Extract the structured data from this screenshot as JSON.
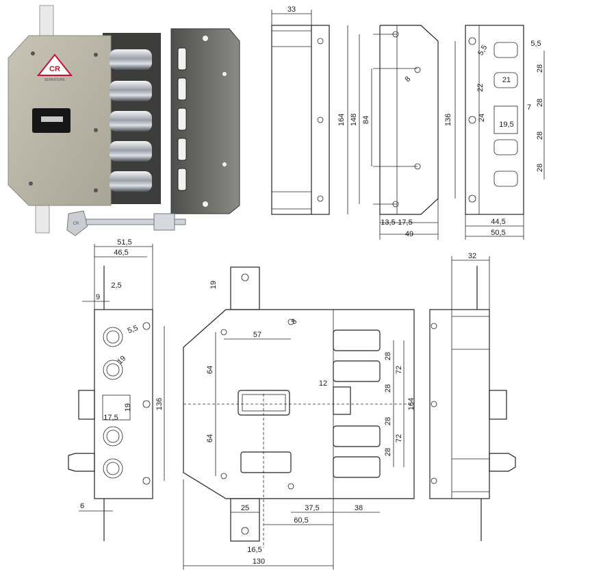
{
  "photo": {
    "brand_logo_text": "CR",
    "brand_subtext": "SERRATURE",
    "key_label": "CR"
  },
  "views": {
    "side_top": {
      "width": "33"
    },
    "front_top": {
      "d164": "164",
      "d148": "148",
      "d84": "84",
      "d8": "8",
      "d13_5": "13,5",
      "d17_5": "17,5",
      "d49": "49"
    },
    "faceplate_top": {
      "d136": "136",
      "d5_5": "5,5",
      "d5_5b": "5,5",
      "d28a": "28",
      "d28b": "28",
      "d28c": "28",
      "d28d": "28",
      "d22": "22",
      "d21": "21",
      "d7": "7",
      "d24": "24",
      "d19_5": "19,5",
      "d44_5": "44,5",
      "d50_5": "50,5"
    },
    "faceplate_bottom": {
      "d51_5": "51,5",
      "d46_5": "46,5",
      "d2_5": "2,5",
      "d9": "9",
      "d5_5": "5,5",
      "d19": "19",
      "d19b": "19",
      "d17_5": "17,5",
      "d136": "136",
      "d6": "6"
    },
    "main_bottom": {
      "d19": "19",
      "d8": "8",
      "d57": "57",
      "d64a": "64",
      "d64b": "64",
      "d12": "12",
      "d28a": "28",
      "d28b": "28",
      "d28c": "28",
      "d28d": "28",
      "d72a": "72",
      "d72b": "72",
      "d164": "164",
      "d25": "25",
      "d37_5": "37,5",
      "d38": "38",
      "d60_5": "60,5",
      "d16_5": "16,5",
      "d130": "130"
    },
    "side_bottom": {
      "d32": "32"
    }
  },
  "colors": {
    "body": "#b9b6a8",
    "cover": "#6a6a68",
    "chrome": "#c8ccd0",
    "logo": "#c8102e"
  }
}
